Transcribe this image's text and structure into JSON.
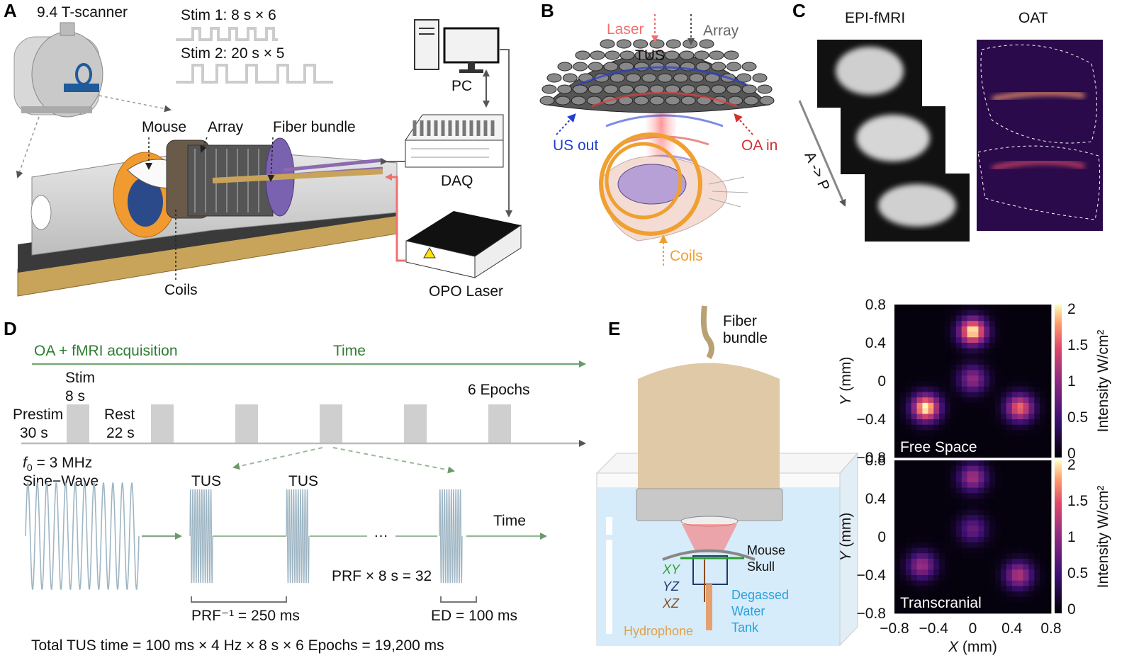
{
  "colors": {
    "green": "#2e7d32",
    "blue": "#1f3fd6",
    "red": "#d32f2f",
    "orange": "#f0a030",
    "salmon": "#f07070",
    "gray_block": "#cfcfcf",
    "tank_blue": "#d6ecfa"
  },
  "panels": {
    "A": {
      "label": "A",
      "scanner": "9.4 T-scanner",
      "stim1": "Stim 1: 8 s × 6",
      "stim2": "Stim 2: 20 s × 5",
      "mouse": "Mouse",
      "array": "Array",
      "fiber": "Fiber bundle",
      "coils": "Coils",
      "pc": "PC",
      "daq": "DAQ",
      "laser": "OPO Laser"
    },
    "B": {
      "label": "B",
      "laser": "Laser",
      "array": "Array",
      "tus": "TUS",
      "us_out": "US out",
      "oa_in": "OA  in",
      "coils": "Coils"
    },
    "C": {
      "label": "C",
      "epi": "EPI-fMRI",
      "oat": "OAT",
      "axis": "A -> P"
    },
    "D": {
      "label": "D",
      "acq": "OA + fMRI acquisition",
      "time_top": "Time",
      "stim": "Stim",
      "stim_dur": "8 s",
      "epochs": "6 Epochs",
      "prestim": "Prestim",
      "prestim_dur": "30 s",
      "rest": "Rest",
      "rest_dur": "22 s",
      "f0": "f",
      "f0_sub": "0",
      "f0_val": " = 3 MHz",
      "sine": "Sine−Wave",
      "tus1": "TUS",
      "tus2": "TUS",
      "dots": "…",
      "time_bottom": "Time",
      "prf_count": "PRF × 8 s = 32",
      "prf_inv": "PRF⁻¹ = 250 ms",
      "ed": "ED = 100 ms",
      "total": "Total TUS time  = 100 ms × 4 Hz × 8 s × 6 Epochs = 19,200 ms"
    },
    "E": {
      "label": "E",
      "fiber1": "Fiber",
      "fiber2": "bundle",
      "mouse1": "Mouse",
      "mouse2": "Skull",
      "xy": "XY",
      "yz": "YZ",
      "xz": "XZ",
      "water1": "Degassed",
      "water2": "Water",
      "water3": "Tank",
      "hydrophone": "Hydrophone"
    }
  },
  "chart_data": [
    {
      "type": "heatmap",
      "title": "Free Space",
      "xlabel": "X (mm)",
      "ylabel": "Y (mm)",
      "colorbar_label": "Intensity W/cm²",
      "xlim": [
        -0.8,
        0.8
      ],
      "ylim": [
        -0.8,
        0.8
      ],
      "clim": [
        0,
        2
      ],
      "yticks": [
        "0.8",
        "0.4",
        "0",
        "−0.4",
        "−0.8"
      ],
      "cticks": [
        "2",
        "1.5",
        "1",
        "0.5",
        "0"
      ],
      "spots": [
        {
          "x": 0.0,
          "y": 0.52,
          "intensity": 2.0
        },
        {
          "x": -0.48,
          "y": -0.28,
          "intensity": 2.0
        },
        {
          "x": 0.48,
          "y": -0.28,
          "intensity": 1.55
        },
        {
          "x": 0.0,
          "y": 0.02,
          "intensity": 1.0
        }
      ]
    },
    {
      "type": "heatmap",
      "title": "Transcranial",
      "xlabel": "X (mm)",
      "ylabel": "Y (mm)",
      "colorbar_label": "Intensity W/cm²",
      "xlim": [
        -0.8,
        0.8
      ],
      "ylim": [
        -0.8,
        0.8
      ],
      "clim": [
        0,
        2
      ],
      "xticks": [
        "−0.8",
        "−0.4",
        "0",
        "0.4",
        "0.8"
      ],
      "yticks": [
        "0.8",
        "0.4",
        "0",
        "−0.4",
        "−0.8"
      ],
      "cticks": [
        "2",
        "1.5",
        "1",
        "0.5",
        "0"
      ],
      "spots": [
        {
          "x": 0.0,
          "y": 0.62,
          "intensity": 1.1
        },
        {
          "x": -0.52,
          "y": -0.3,
          "intensity": 1.05
        },
        {
          "x": 0.47,
          "y": -0.4,
          "intensity": 1.15
        },
        {
          "x": 0.0,
          "y": 0.08,
          "intensity": 0.75
        }
      ]
    }
  ]
}
